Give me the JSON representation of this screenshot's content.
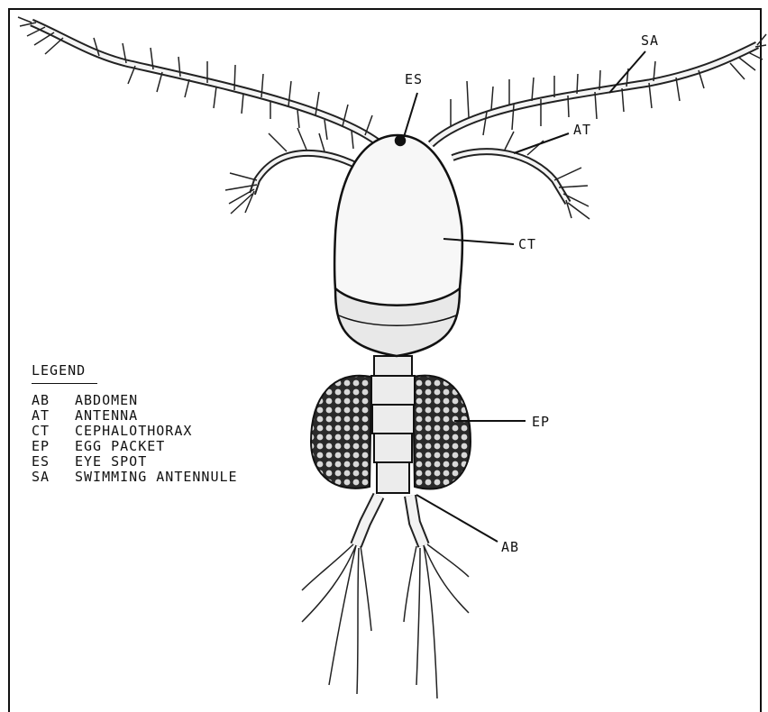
{
  "callouts": {
    "es": "ES",
    "sa": "SA",
    "at": "AT",
    "ct": "CT",
    "ep": "EP",
    "ab": "AB"
  },
  "legend": {
    "title": "LEGEND",
    "entries": [
      {
        "code": "AB",
        "label": "ABDOMEN"
      },
      {
        "code": "AT",
        "label": "ANTENNA"
      },
      {
        "code": "CT",
        "label": "CEPHALOTHORAX"
      },
      {
        "code": "EP",
        "label": "EGG PACKET"
      },
      {
        "code": "ES",
        "label": "EYE SPOT"
      },
      {
        "code": "SA",
        "label": "SWIMMING ANTENNULE"
      }
    ]
  }
}
